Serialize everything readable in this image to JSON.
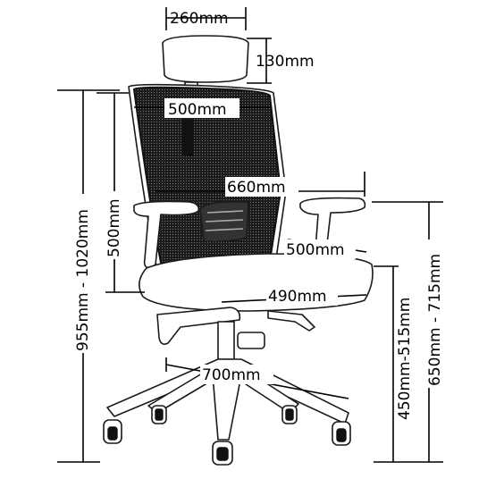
{
  "dimensions": {
    "headrest_width": "260mm",
    "headrest_height": "130mm",
    "backrest_width": "500mm",
    "backrest_height": "500mm",
    "armrest_span": "660mm",
    "seat_depth": "500mm",
    "seat_width": "490mm",
    "base_diameter": "700mm",
    "overall_height": "955mm - 1020mm",
    "seat_height": "450mm-515mm",
    "armrest_height": "650mm - 715mm"
  },
  "colors": {
    "line": "#000000",
    "mesh": "#111111",
    "background": "#ffffff"
  }
}
